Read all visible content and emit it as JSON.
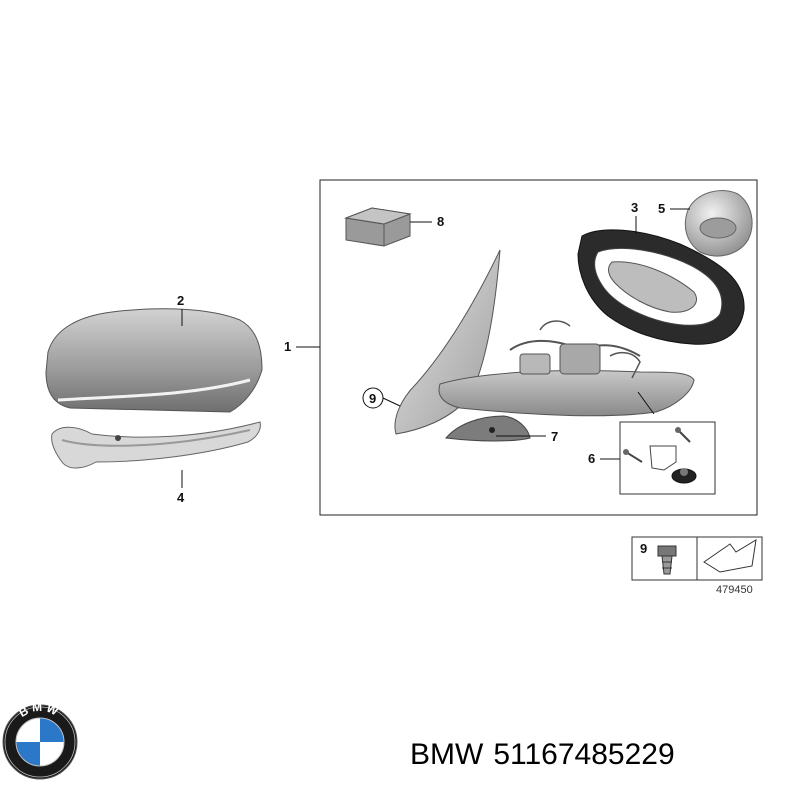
{
  "diagram": {
    "callouts": {
      "c1": "1",
      "c2": "2",
      "c3": "3",
      "c4": "4",
      "c5": "5",
      "c6": "6",
      "c7": "7",
      "c8": "8",
      "c9": "9",
      "c9_legend": "9"
    },
    "legend_number": "479450"
  },
  "footer": {
    "brand": "BMW",
    "part_number": "51167485229"
  },
  "logo": {
    "text": "BMW",
    "colors": {
      "ring": "#1a1a1a",
      "blue": "#2b78c8",
      "white": "#ffffff"
    }
  }
}
